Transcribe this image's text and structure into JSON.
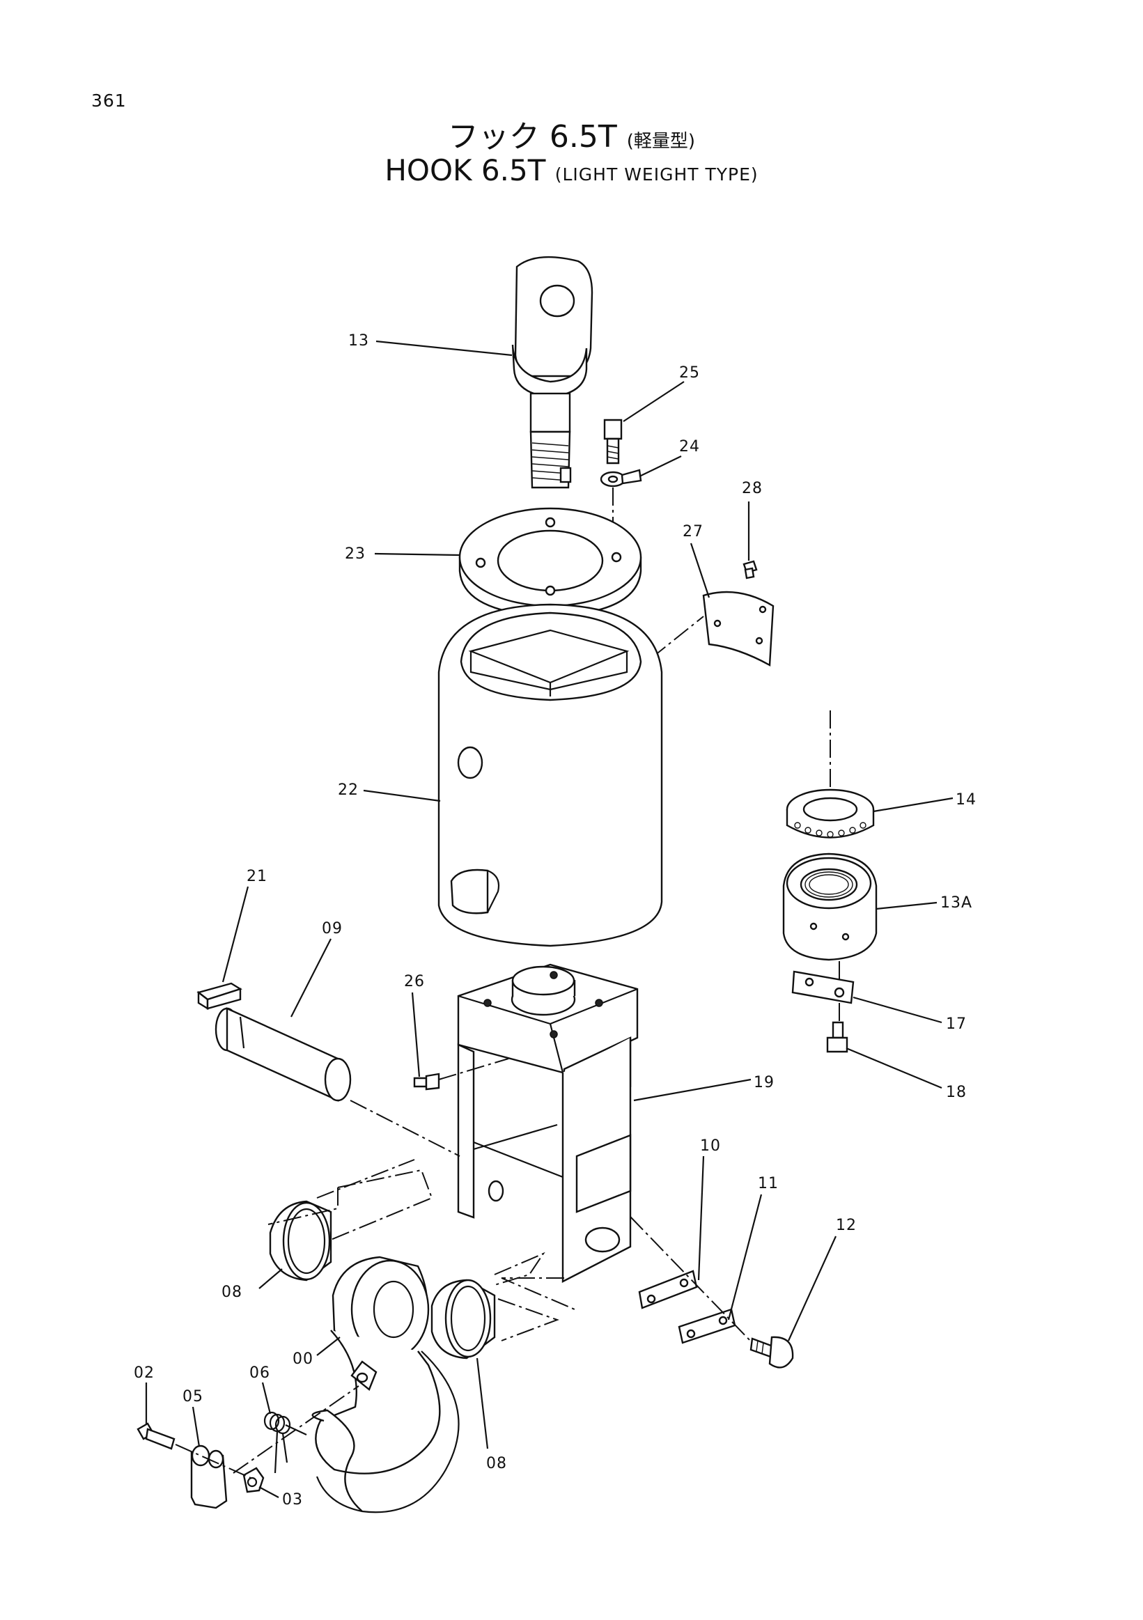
{
  "page_number": "361",
  "title_jp": "フック 6.5T",
  "title_jp_sub": "(軽量型)",
  "title_en": "HOOK 6.5T",
  "title_en_sub": "(LIGHT WEIGHT TYPE)",
  "callouts": [
    {
      "id": "13",
      "text": "13"
    },
    {
      "id": "25",
      "text": "25"
    },
    {
      "id": "24",
      "text": "24"
    },
    {
      "id": "28",
      "text": "28"
    },
    {
      "id": "27",
      "text": "27"
    },
    {
      "id": "23",
      "text": "23"
    },
    {
      "id": "22",
      "text": "22"
    },
    {
      "id": "14",
      "text": "14"
    },
    {
      "id": "13A",
      "text": "13A"
    },
    {
      "id": "21",
      "text": "21"
    },
    {
      "id": "09",
      "text": "09"
    },
    {
      "id": "26",
      "text": "26"
    },
    {
      "id": "17",
      "text": "17"
    },
    {
      "id": "19",
      "text": "19"
    },
    {
      "id": "18",
      "text": "18"
    },
    {
      "id": "10",
      "text": "10"
    },
    {
      "id": "11",
      "text": "11"
    },
    {
      "id": "12",
      "text": "12"
    },
    {
      "id": "08a",
      "text": "08"
    },
    {
      "id": "00",
      "text": "00"
    },
    {
      "id": "02",
      "text": "02"
    },
    {
      "id": "06",
      "text": "06"
    },
    {
      "id": "05",
      "text": "05"
    },
    {
      "id": "08b",
      "text": "08"
    },
    {
      "id": "03",
      "text": "03"
    }
  ]
}
